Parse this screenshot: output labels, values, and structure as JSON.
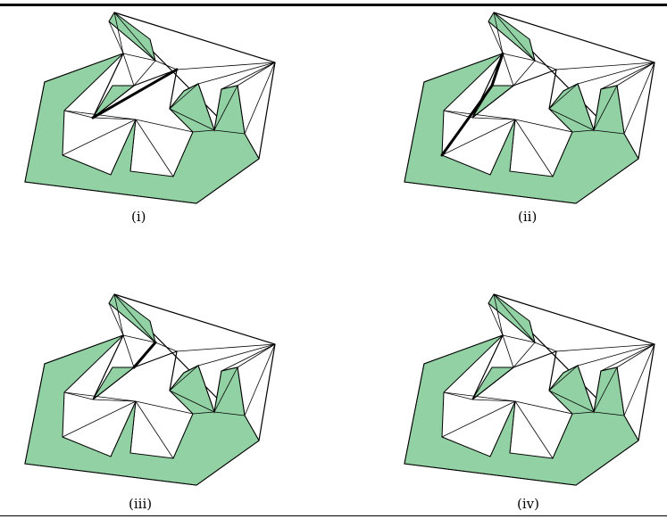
{
  "colors": {
    "fill": "#92D1A4",
    "line": "#000000",
    "background": "#ffffff"
  },
  "panels": [
    {
      "caption": "(i)",
      "highlight": "diag-i"
    },
    {
      "caption": "(ii)",
      "highlight": "diag-ii"
    },
    {
      "caption": "(iii)",
      "highlight": "diag-iii"
    },
    {
      "caption": "(iv)",
      "highlight": "none"
    }
  ]
}
